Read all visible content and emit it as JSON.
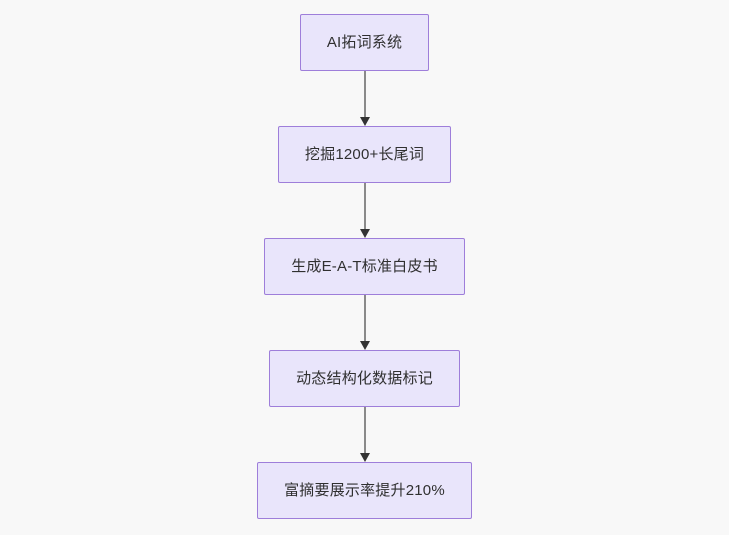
{
  "diagram": {
    "type": "flowchart",
    "direction": "top-to-bottom",
    "background_color": "#f8f8f8",
    "node_fill_color": "#e9e5fb",
    "node_border_color": "#9e7eda",
    "node_text_color": "#303030",
    "connector_color": "#8a8a8a",
    "arrowhead_color": "#333333",
    "nodes": [
      {
        "id": "node-1",
        "label": "AI拓词系统"
      },
      {
        "id": "node-2",
        "label": "挖掘1200+长尾词"
      },
      {
        "id": "node-3",
        "label": "生成E-A-T标准白皮书"
      },
      {
        "id": "node-4",
        "label": "动态结构化数据标记"
      },
      {
        "id": "node-5",
        "label": "富摘要展示率提升210%"
      }
    ],
    "edges": [
      {
        "id": "edge-1",
        "from": "node-1",
        "to": "node-2",
        "arrow": "arrow-down-icon"
      },
      {
        "id": "edge-2",
        "from": "node-2",
        "to": "node-3",
        "arrow": "arrow-down-icon"
      },
      {
        "id": "edge-3",
        "from": "node-3",
        "to": "node-4",
        "arrow": "arrow-down-icon"
      },
      {
        "id": "edge-4",
        "from": "node-4",
        "to": "node-5",
        "arrow": "arrow-down-icon"
      }
    ]
  }
}
